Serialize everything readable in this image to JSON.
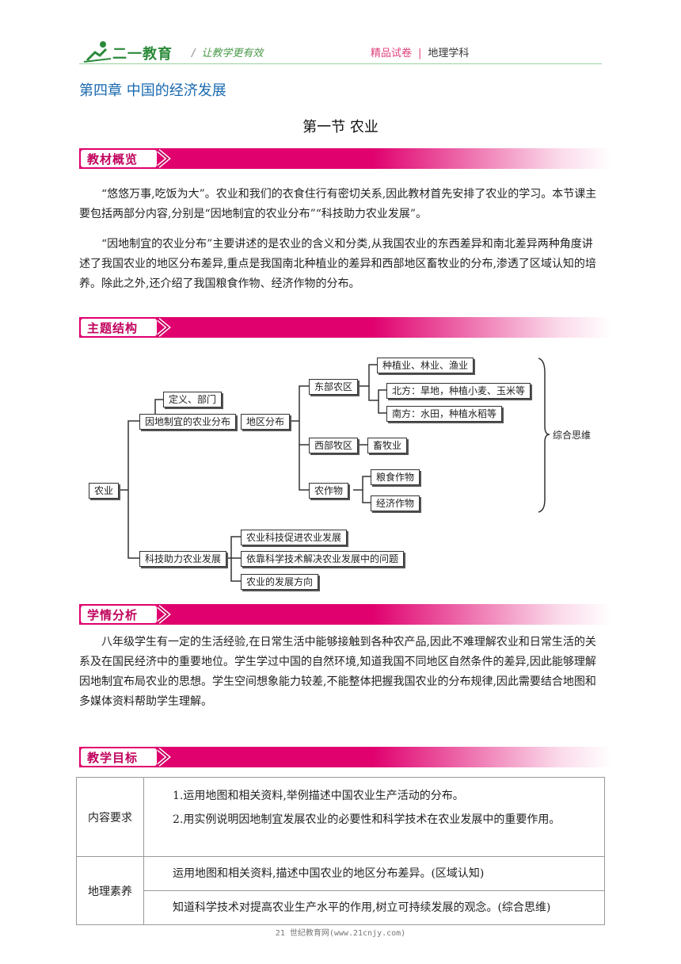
{
  "header": {
    "logo_text": "二一教育",
    "slogan": "让教学更有效",
    "badge": "精品试卷",
    "subject": "地理学科"
  },
  "chapter_title": "第四章  中国的经济发展",
  "section_title": "第一节    农业",
  "banners": {
    "overview": "教材概览",
    "structure": "主题结构",
    "analysis": "学情分析",
    "goals": "教学目标"
  },
  "overview_paragraphs": [
    "“悠悠万事,吃饭为大”。农业和我们的衣食住行有密切关系,因此教材首先安排了农业的学习。本节课主要包括两部分内容,分别是“因地制宜的农业分布”“科技助力农业发展”。",
    "“因地制宜的农业分布”主要讲述的是农业的含义和分类,从我国农业的东西差异和南北差异两种角度讲述了我国农业的地区分布差异,重点是我国南北种植业的差异和西部地区畜牧业的分布,渗透了区域认知的培养。除此之外,还介绍了我国粮食作物、经济作物的分布。"
  ],
  "mindmap": {
    "root": "农业",
    "branch1": "因地制宜的农业分布",
    "def": "定义、部门",
    "region": "地区分布",
    "east": "东部农区",
    "east_items": [
      "种植业、林业、渔业",
      "北方：旱地，种植小麦、玉米等",
      "南方：水田，种植水稻等"
    ],
    "west": "西部牧区",
    "west_item": "畜牧业",
    "crops": "农作物",
    "crop_items": [
      "粮食作物",
      "经济作物"
    ],
    "bracket_label": "综合思维",
    "branch2": "科技助力农业发展",
    "tech_items": [
      "农业科技促进农业发展",
      "依靠科学技术解决农业发展中的问题",
      "农业的发展方向"
    ]
  },
  "analysis_paragraph": "八年级学生有一定的生活经验,在日常生活中能够接触到各种农产品,因此不难理解农业和日常生活的关系及在国民经济中的重要地位。学生学过中国的自然环境,知道我国不同地区自然条件的差异,因此能够理解因地制宜布局农业的思想。学生空间想象能力较差,不能整体把握我国农业的分布规律,因此需要结合地图和多媒体资料帮助学生理解。",
  "goals_table": {
    "content_label": "内容要求",
    "content_items": [
      "1.运用地图和相关资料,举例描述中国农业生产活动的分布。",
      "2.用实例说明因地制宜发展农业的必要性和科学技术在农业发展中的重要作用。"
    ],
    "literacy_label": "地理素养",
    "literacy_items": [
      "运用地图和相关资料,描述中国农业的地区分布差异。(区域认知)",
      "知道科学技术对提高农业生产水平的作用,树立可持续发展的观念。(综合思维)"
    ]
  },
  "footer": "21 世纪教育网(www.21cnjy.com)",
  "colors": {
    "accent": "#e0006e",
    "chapter": "#1a6ab0",
    "logo": "#2a8a3a"
  }
}
